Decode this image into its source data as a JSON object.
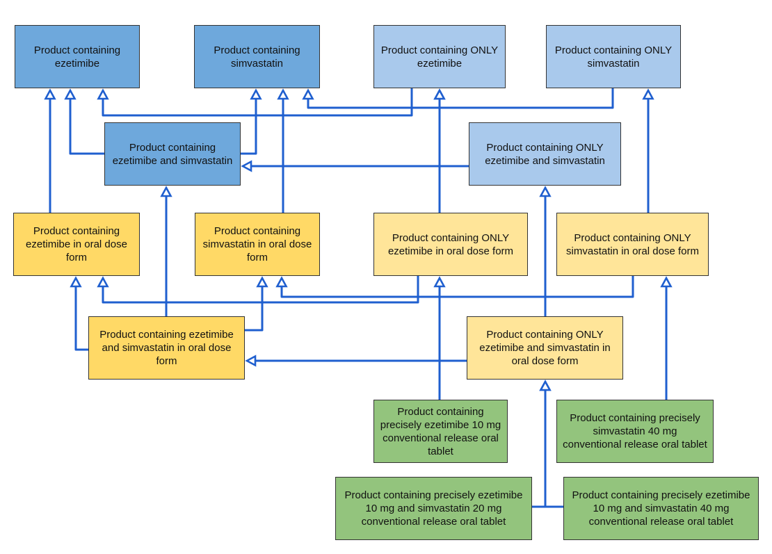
{
  "colors": {
    "blue_dark": "#6ea8dc",
    "blue_light": "#a9c9ec",
    "yellow_dark": "#ffd966",
    "yellow_light": "#ffe599",
    "green": "#93c47d",
    "edge": "#1f5fcf"
  },
  "nodes": {
    "n1": {
      "label": "Product containing ezetimibe"
    },
    "n2": {
      "label": "Product containing simvastatin"
    },
    "n3": {
      "label": "Product containing ONLY ezetimibe"
    },
    "n4": {
      "label": "Product containing ONLY simvastatin"
    },
    "n5": {
      "label": "Product containing ezetimibe and simvastatin"
    },
    "n6": {
      "label": "Product containing ONLY ezetimibe and simvastatin"
    },
    "n7": {
      "label": "Product containing ezetimibe in oral dose form"
    },
    "n8": {
      "label": "Product containing simvastatin in oral dose form"
    },
    "n9": {
      "label": "Product containing ONLY ezetimibe in oral dose form"
    },
    "n10": {
      "label": "Product containing ONLY simvastatin in oral dose form"
    },
    "n11": {
      "label": "Product containing ezetimibe and simvastatin in oral dose form"
    },
    "n12": {
      "label": "Product containing ONLY ezetimibe and simvastatin in oral dose form"
    },
    "n13": {
      "label": "Product containing precisely ezetimibe 10 mg conventional release oral tablet"
    },
    "n14": {
      "label": "Product containing precisely simvastatin 40 mg conventional release oral tablet"
    },
    "n15": {
      "label": "Product containing precisely ezetimibe 10 mg and simvastatin 20 mg conventional release oral tablet"
    },
    "n16": {
      "label": "Product containing precisely ezetimibe 10 mg and simvastatin 40 mg conventional release oral tablet"
    }
  },
  "edges": [
    {
      "from": "n5",
      "to": "n1"
    },
    {
      "from": "n5",
      "to": "n2"
    },
    {
      "from": "n3",
      "to": "n1"
    },
    {
      "from": "n3",
      "to": "n2"
    },
    {
      "from": "n4",
      "to": "n2"
    },
    {
      "from": "n6",
      "to": "n5"
    },
    {
      "from": "n7",
      "to": "n1"
    },
    {
      "from": "n8",
      "to": "n2"
    },
    {
      "from": "n9",
      "to": "n3"
    },
    {
      "from": "n10",
      "to": "n4"
    },
    {
      "from": "n11",
      "to": "n7"
    },
    {
      "from": "n11",
      "to": "n8"
    },
    {
      "from": "n11",
      "to": "n5"
    },
    {
      "from": "n9",
      "to": "n7"
    },
    {
      "from": "n10",
      "to": "n8"
    },
    {
      "from": "n12",
      "to": "n11"
    },
    {
      "from": "n12",
      "to": "n6"
    },
    {
      "from": "n13",
      "to": "n9"
    },
    {
      "from": "n14",
      "to": "n10"
    },
    {
      "from": "n15",
      "to": "n12"
    },
    {
      "from": "n16",
      "to": "n12"
    }
  ]
}
